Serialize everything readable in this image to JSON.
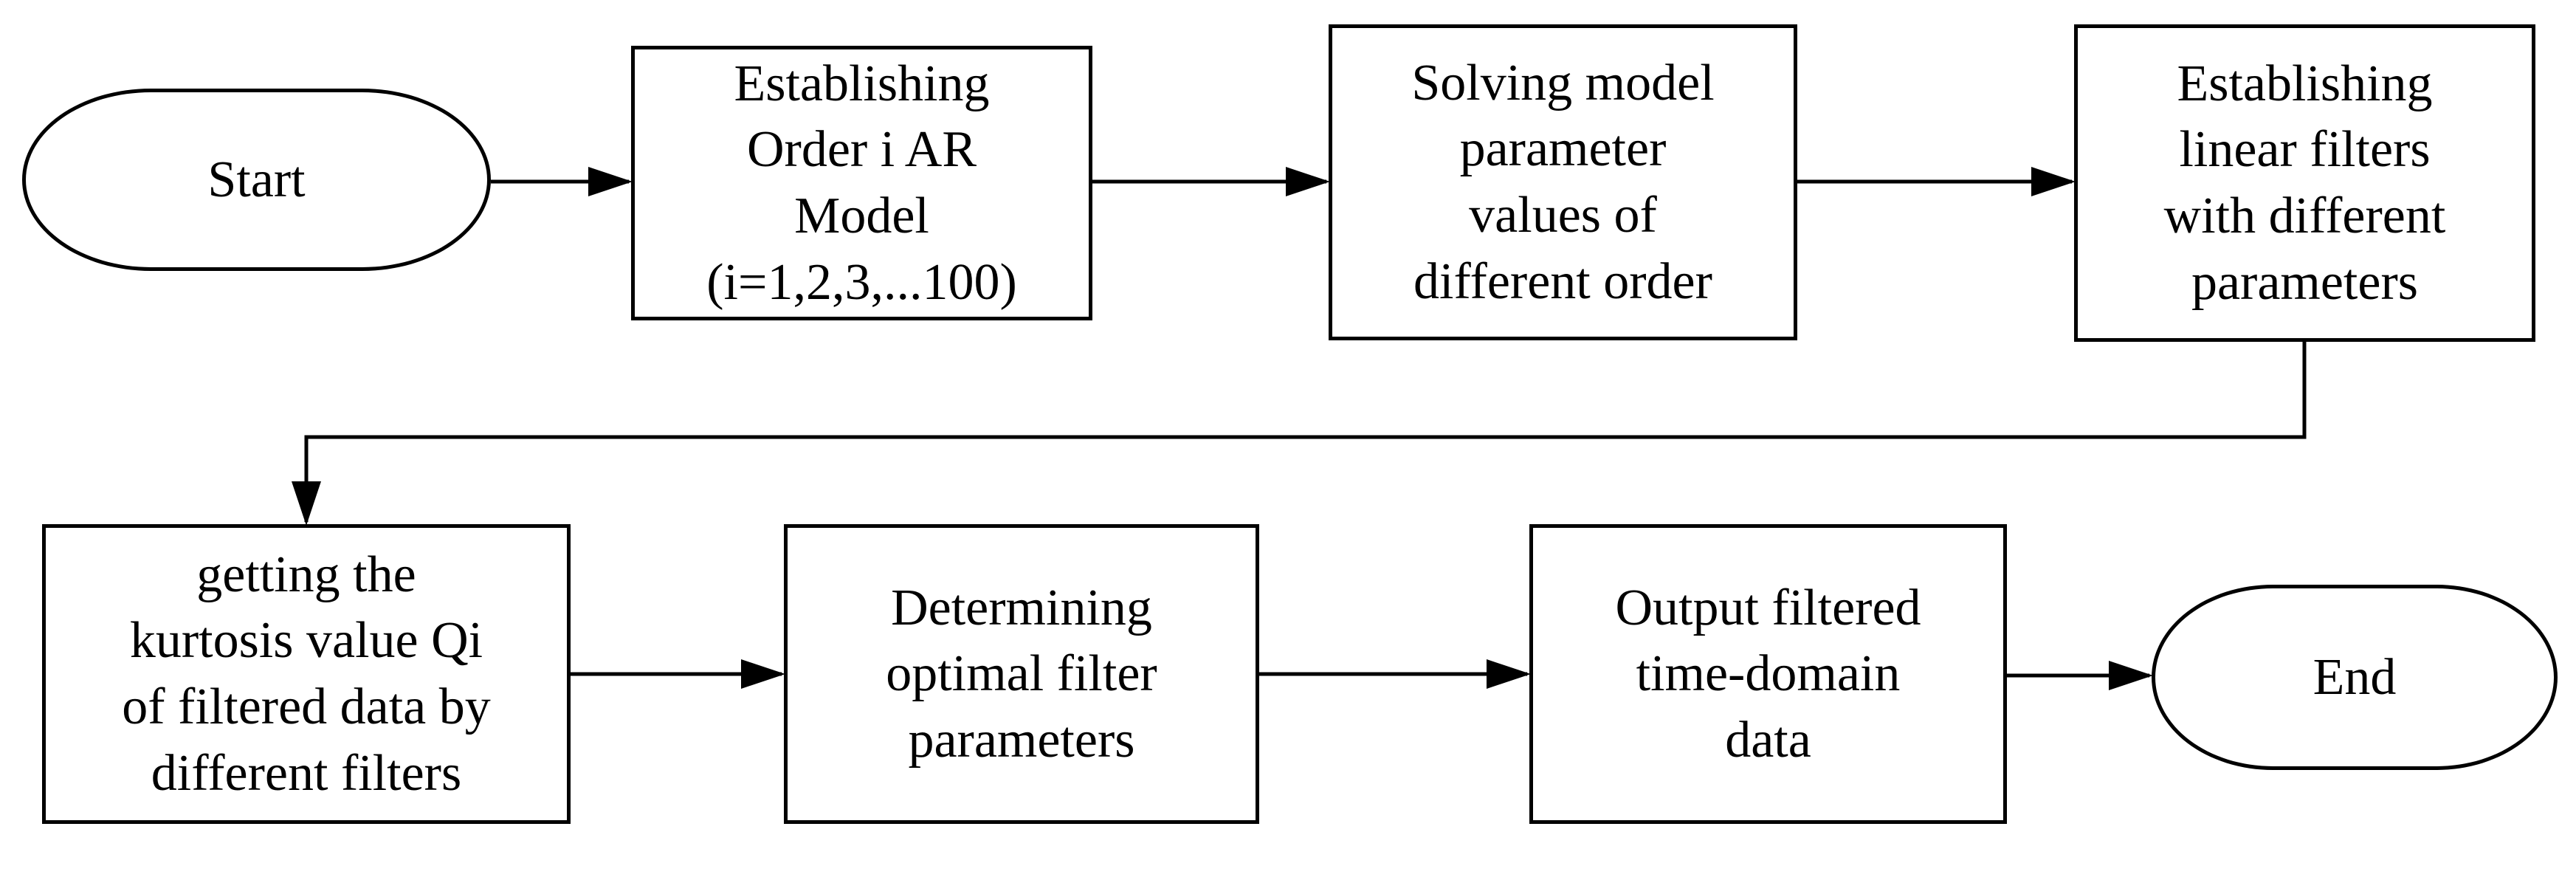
{
  "figure": {
    "type": "flowchart",
    "background_color": "#ffffff",
    "stroke_color": "#000000",
    "text_color": "#000000",
    "nodes": [
      {
        "id": "start",
        "shape": "terminator",
        "label": "Start"
      },
      {
        "id": "ar-model",
        "shape": "process",
        "label": "Establishing\nOrder i AR\nModel\n(i=1,2,3,...100)"
      },
      {
        "id": "solve-params",
        "shape": "process",
        "label": "Solving model\nparameter\nvalues of\ndifferent order"
      },
      {
        "id": "linear-filters",
        "shape": "process",
        "label": "Establishing\nlinear filters\nwith different\nparameters"
      },
      {
        "id": "kurtosis",
        "shape": "process",
        "label": "getting the\nkurtosis value Qi\nof filtered data by\ndifferent filters"
      },
      {
        "id": "optimal-filter",
        "shape": "process",
        "label": "Determining\noptimal filter\nparameters"
      },
      {
        "id": "output",
        "shape": "process",
        "label": "Output filtered\ntime-domain\ndata"
      },
      {
        "id": "end",
        "shape": "terminator",
        "label": "End"
      }
    ],
    "edges": [
      {
        "from": "start",
        "to": "ar-model",
        "style": "straight-arrow"
      },
      {
        "from": "ar-model",
        "to": "solve-params",
        "style": "straight-arrow"
      },
      {
        "from": "solve-params",
        "to": "linear-filters",
        "style": "straight-arrow"
      },
      {
        "from": "linear-filters",
        "to": "kurtosis",
        "style": "elbow-arrow"
      },
      {
        "from": "kurtosis",
        "to": "optimal-filter",
        "style": "straight-arrow"
      },
      {
        "from": "optimal-filter",
        "to": "output",
        "style": "straight-arrow"
      },
      {
        "from": "output",
        "to": "end",
        "style": "straight-arrow"
      }
    ]
  }
}
